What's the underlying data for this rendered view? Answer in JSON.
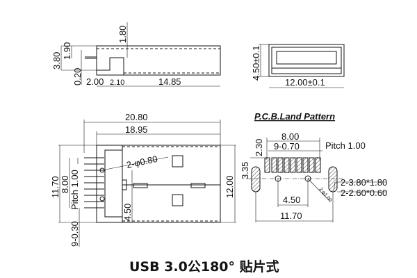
{
  "side_view": {
    "d_3_80": "3.80",
    "d_1_90": "1.90",
    "d_0_20": "0.20",
    "d_2_00": "2.00",
    "d_2_10": "2.10",
    "d_14_85": "14.85",
    "d_1_80": "1.80"
  },
  "front_view": {
    "height": "4.50±0.1",
    "width": "12.00±0.1"
  },
  "top_view": {
    "d_20_80": "20.80",
    "d_18_95": "18.95",
    "d_11_70": "11.70",
    "d_8_00": "8.00",
    "pitch": "Pitch 1.00",
    "pins": "9-0.30",
    "d_12_00": "12.00",
    "d_4_50": "4.50",
    "holes": "2-φ0.80"
  },
  "pcb": {
    "title": "P.C.B.Land Pattern",
    "d_8_00": "8.00",
    "pads": "9-0.70",
    "pitch": "Pitch 1.00",
    "d_2_30": "2.30",
    "d_3_35": "3.35",
    "slot_outer": "2-3.80*1.80",
    "slot_inner": "2-2.60*0.60",
    "holes": "2-φ1.00",
    "d_4_50": "4.50",
    "d_11_70": "11.70"
  },
  "caption": "USB 3.0公180°  贴片式"
}
